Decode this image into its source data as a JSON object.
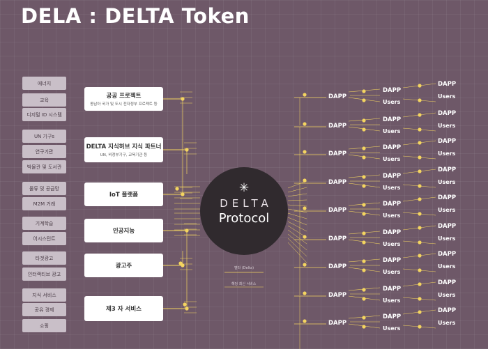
{
  "title": "DELA : DELTA Token",
  "colors": {
    "background": "#6e5868",
    "wire": "#f4d560",
    "center": "#302a2e",
    "tag": "#c9bfc8"
  },
  "tags": [
    "에너지",
    "교육",
    "디지털 ID 시스템",
    "UN 기구s",
    "연구기관",
    "박물관 및 도서관",
    "물류 및 공급망",
    "M2M 거래",
    "기계학습",
    "어시스턴트",
    "타겟광고",
    "인터랙티브 광고",
    "지식 서비스",
    "공유 경제",
    "쇼핑"
  ],
  "categories": [
    {
      "title": "공공 프로젝트",
      "subtitle": "동남아 국가 및 도시 전자정부 프로젝트 등"
    },
    {
      "title": "DELTA 지식허브 지식 파트너",
      "subtitle": "UN, 비정부기구, 교육기관 등"
    },
    {
      "title": "IoT 플랫폼",
      "subtitle": ""
    },
    {
      "title": "인공지능",
      "subtitle": ""
    },
    {
      "title": "광고주",
      "subtitle": ""
    },
    {
      "title": "제3 자 서비스",
      "subtitle": ""
    }
  ],
  "center": {
    "icon": "sparkle-icon",
    "logo": "DELTA",
    "label": "Protocol"
  },
  "legend": [
    "델타 (Delta)",
    "해당 최신 서비스"
  ],
  "dapp_label": "DAPP",
  "users_label": "Users",
  "dapp_rows": 9
}
